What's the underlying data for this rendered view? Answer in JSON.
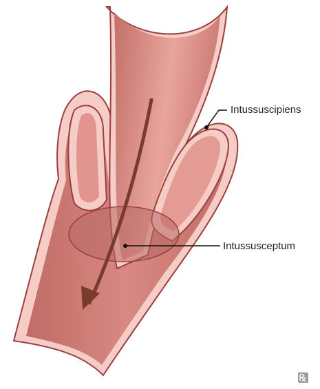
{
  "labels": {
    "intussuscipiens": "Intussuscipiens",
    "intussusceptum": "Intussusceptum"
  },
  "colors": {
    "wall_outline": "#9c3e3e",
    "wall_fill": "#f5cdc6",
    "lumen_light": "#e9a39a",
    "lumen_dark": "#c9736c",
    "inner_segment": "#b86762",
    "arrow": "#7a3a2e",
    "leader_line": "#111111"
  },
  "icons": {
    "badge": "rx-logo-icon"
  },
  "logo_text": "Rx"
}
